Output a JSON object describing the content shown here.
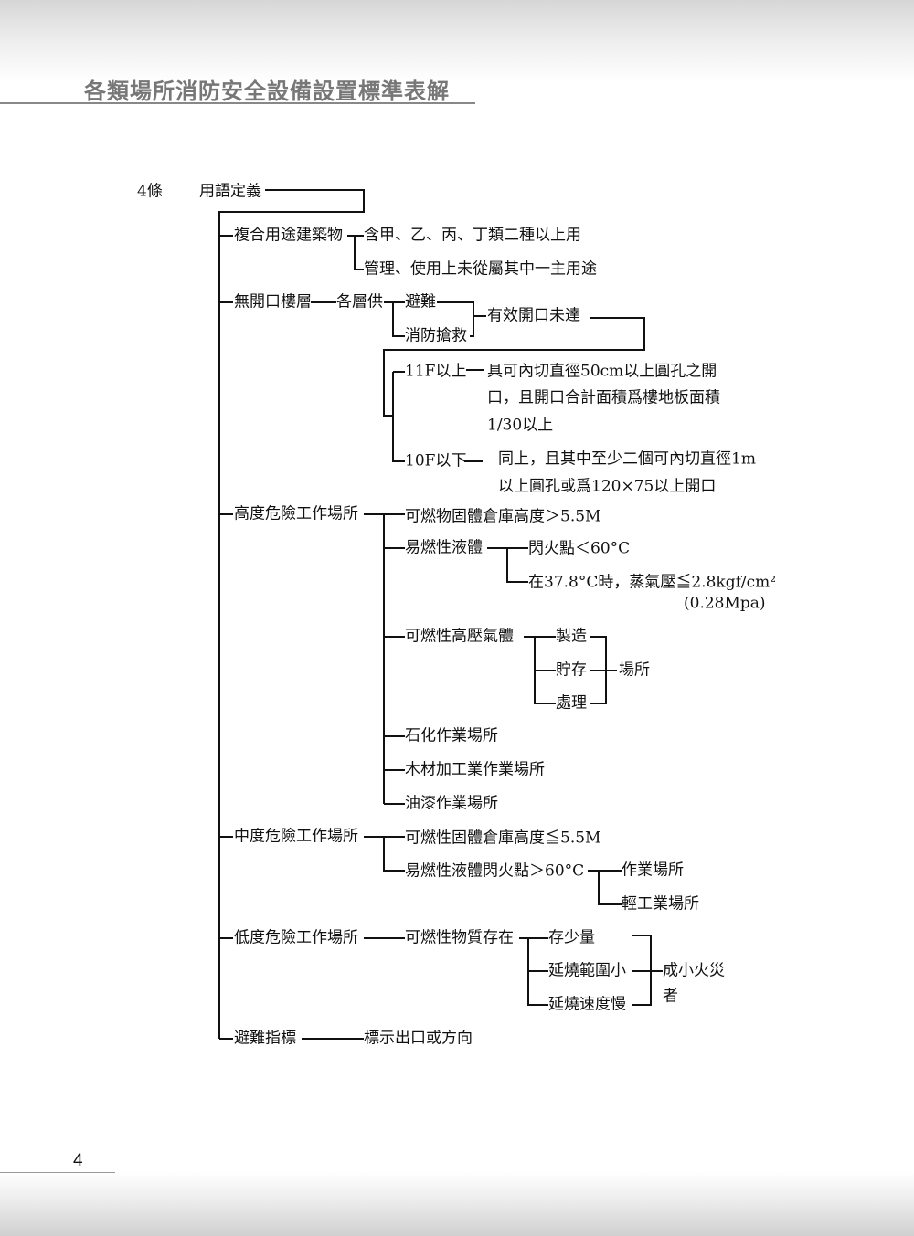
{
  "header": {
    "title": "各類場所消防安全設備設置標準表解"
  },
  "page_number": "4",
  "tree": {
    "article": "4條",
    "root": "用語定義",
    "mixed": {
      "label": "複合用途建築物",
      "c1": "含甲、乙、丙、丁類二種以上用",
      "c2": "管理、使用上未從屬其中一主用途"
    },
    "noopen": {
      "label": "無開口樓層",
      "sub": "各層供",
      "c1": "避難",
      "c2": "消防搶救",
      "result": "有效開口未達",
      "f11": "11F以上",
      "f11_l1": "具可內切直徑50cm以上圓孔之開",
      "f11_l2": "口，且開口合計面積爲樓地板面積",
      "f11_l3": "1/30以上",
      "f10": "10F以下",
      "f10_l1": "同上，且其中至少二個可內切直徑1m",
      "f10_l2": "以上圓孔或爲120×75以上開口"
    },
    "high": {
      "label": "高度危險工作場所",
      "c1": "可燃物固體倉庫高度＞5.5M",
      "c2": "易燃性液體",
      "c2a": "閃火點＜60°C",
      "c2b": "在37.8°C時，蒸氣壓≦2.8kgf/cm²",
      "c2b2": "(0.28Mpa)",
      "c3": "可燃性高壓氣體",
      "c3a": "製造",
      "c3b": "貯存",
      "c3c": "處理",
      "c3r": "場所",
      "c4": "石化作業場所",
      "c5": "木材加工業作業場所",
      "c6": "油漆作業場所"
    },
    "mid": {
      "label": "中度危險工作場所",
      "c1": "可燃性固體倉庫高度≦5.5M",
      "c2": "易燃性液體閃火點＞60°C",
      "c2a": "作業場所",
      "c2b": "輕工業場所"
    },
    "low": {
      "label": "低度危險工作場所",
      "c1": "可燃性物質存在",
      "a": "存少量",
      "b": "延燒範圍小",
      "c": "延燒速度慢",
      "r1": "成小火災",
      "r2": "者"
    },
    "exit": {
      "label": "避難指標",
      "c1": "標示出口或方向"
    }
  }
}
